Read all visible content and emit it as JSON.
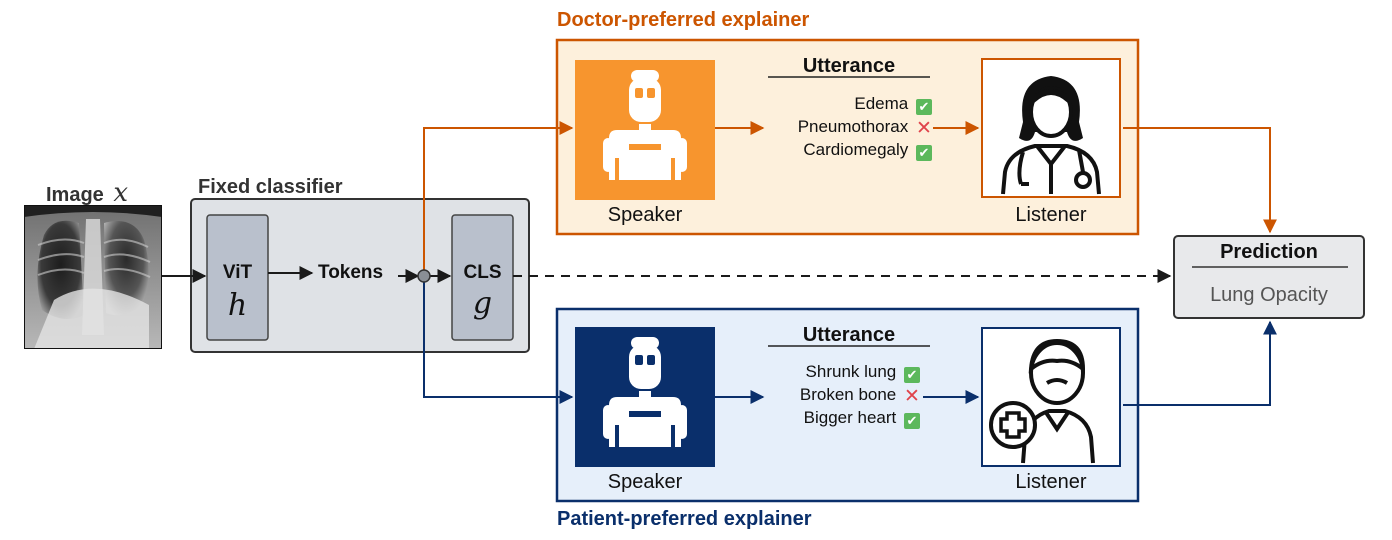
{
  "image_section": {
    "label": "Image",
    "symbol": "x"
  },
  "classifier": {
    "title": "Fixed classifier",
    "vit": {
      "label": "ViT",
      "symbol": "h"
    },
    "tokens_label": "Tokens",
    "cls": {
      "label": "CLS",
      "symbol": "g"
    }
  },
  "doctor_explainer": {
    "title": "Doctor-preferred explainer",
    "speaker_label": "Speaker",
    "listener_label": "Listener",
    "utterance_title": "Utterance",
    "utterances": [
      {
        "text": "Edema",
        "status": "correct"
      },
      {
        "text": "Pneumothorax",
        "status": "wrong"
      },
      {
        "text": "Cardiomegaly",
        "status": "correct"
      }
    ]
  },
  "patient_explainer": {
    "title": "Patient-preferred explainer",
    "speaker_label": "Speaker",
    "listener_label": "Listener",
    "utterance_title": "Utterance",
    "utterances": [
      {
        "text": "Shrunk lung",
        "status": "correct"
      },
      {
        "text": "Broken bone",
        "status": "wrong"
      },
      {
        "text": "Bigger heart",
        "status": "correct"
      }
    ]
  },
  "prediction": {
    "title": "Prediction",
    "value": "Lung Opacity"
  },
  "colors": {
    "doctor_accent": "#cc5500",
    "doctor_fill": "#fdf0dc",
    "doctor_speaker": "#f7952e",
    "patient_accent": "#0a2f6b",
    "patient_fill": "#e6effa",
    "patient_speaker": "#0a2f6b",
    "classifier_fill": "#dfe2e6",
    "check_green": "#5cb85c",
    "cross_red": "#e0434b"
  }
}
